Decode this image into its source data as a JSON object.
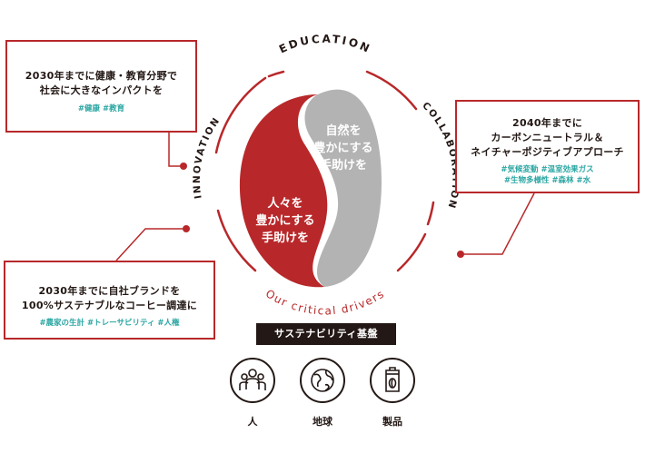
{
  "ring": {
    "top": "EDUCATION",
    "right": "COLLABORATION",
    "left": "INNOVATION",
    "bottom": "Our critical drivers"
  },
  "bean": {
    "right_text": [
      "自然を",
      "豊かにする",
      "手助けを"
    ],
    "left_text": [
      "人々を",
      "豊かにする",
      "手助けを"
    ]
  },
  "goals": {
    "education": {
      "lines": [
        "2030年までに健康・教育分野で",
        "社会に大きなインパクトを"
      ],
      "tags": "#健康  #教育"
    },
    "carbon": {
      "lines": [
        "2040年までに",
        "カーボンニュートラル＆",
        "ネイチャーポジティブアプローチ"
      ],
      "tags": [
        "#気候変動  #温室効果ガス",
        "#生物多様性  #森林  #水"
      ]
    },
    "brand": {
      "lines": [
        "2030年までに自社ブランドを",
        "100%サステナブルなコーヒー調達に"
      ],
      "tags": "#農家の生計  #トレーサビリティ  #人権"
    }
  },
  "foundation": {
    "title": "サステナビリティ基盤",
    "items": [
      {
        "label": "人",
        "icon": "people-icon"
      },
      {
        "label": "地球",
        "icon": "globe-icon"
      },
      {
        "label": "製品",
        "icon": "coffee-bag-icon"
      }
    ]
  },
  "colors": {
    "red": "#b8282a",
    "grey": "#b3b3b3",
    "teal": "#2aa6a2",
    "dark": "#231815"
  }
}
